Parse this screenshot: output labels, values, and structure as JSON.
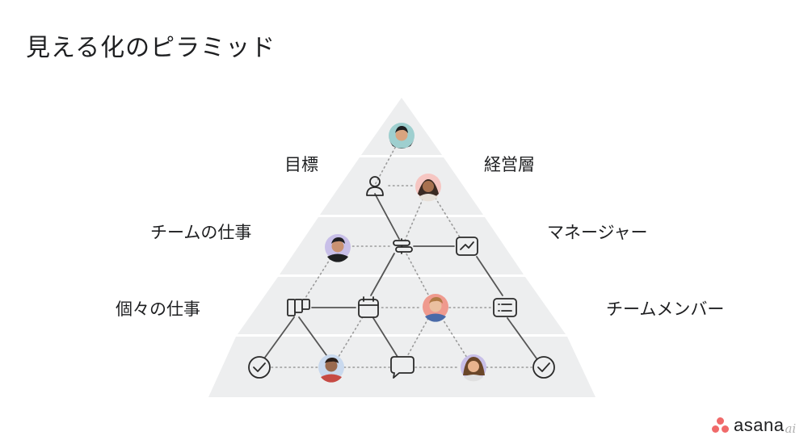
{
  "title": "見える化のピラミッド",
  "labels": {
    "goals": "目標",
    "executives": "経営層",
    "team_work": "チームの仕事",
    "managers": "マネージャー",
    "individual_work": "個々の仕事",
    "team_members": "チームメンバー"
  },
  "logo": {
    "text": "asana",
    "suffix": "ai"
  },
  "colors": {
    "pyramid_fill": "#edeeef",
    "stroke": "#555555",
    "dotted": "#9a9a9a",
    "logo": "#f06a6a",
    "avatar_teal": "#9ecfcf",
    "avatar_pink": "#f6c6c2",
    "avatar_lavender": "#c8bfe8",
    "avatar_salmon": "#ef9a8e",
    "avatar_blue": "#c9d9ee"
  }
}
